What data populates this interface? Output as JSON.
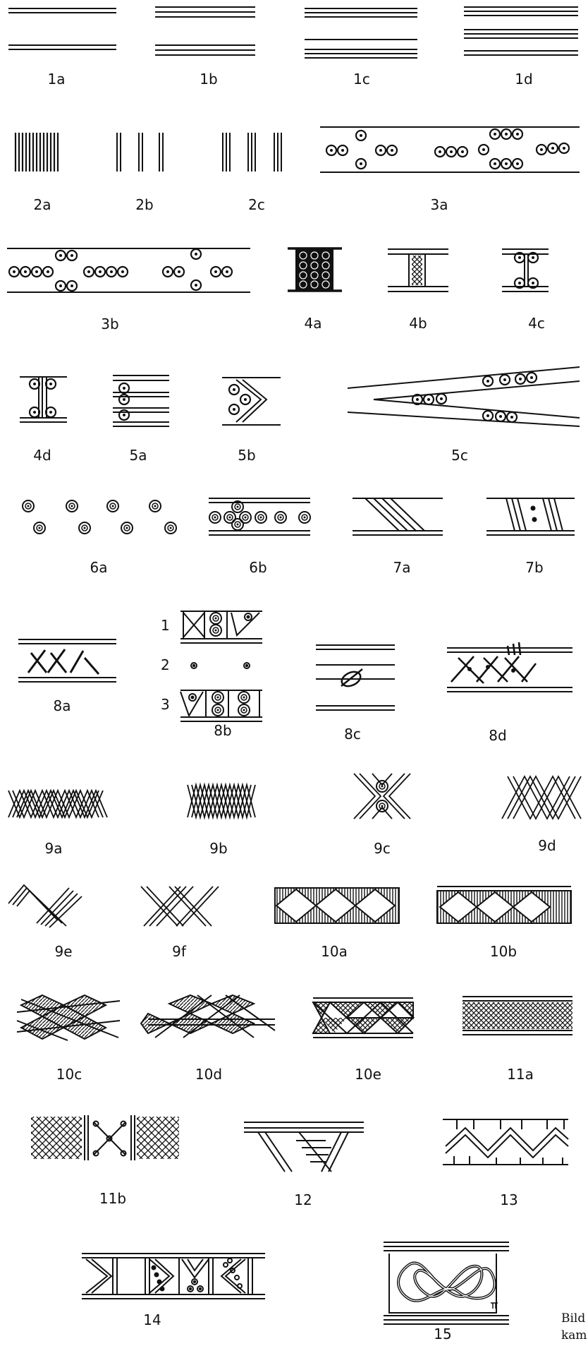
{
  "labels": {
    "l1a": "1a",
    "l1b": "1b",
    "l1c": "1c",
    "l1d": "1d",
    "l2a": "2a",
    "l2b": "2b",
    "l2c": "2c",
    "l3a": "3a",
    "l3b": "3b",
    "l4a": "4a",
    "l4b": "4b",
    "l4c": "4c",
    "l4d": "4d",
    "l5a": "5a",
    "l5b": "5b",
    "l5c": "5c",
    "l6a": "6a",
    "l6b": "6b",
    "l7a": "7a",
    "l7b": "7b",
    "l8a": "8a",
    "l8b": "8b",
    "l8c": "8c",
    "l8d": "8d",
    "l9a": "9a",
    "l9b": "9b",
    "l9c": "9c",
    "l9d": "9d",
    "l9e": "9e",
    "l9f": "9f",
    "l10a": "10a",
    "l10b": "10b",
    "l10c": "10c",
    "l10d": "10d",
    "l10e": "10e",
    "l11a": "11a",
    "l11b": "11b",
    "l12": "12",
    "l13": "13",
    "l14": "14",
    "l15": "15"
  },
  "sub8b": {
    "row1": "1",
    "row2": "2",
    "row3": "3"
  },
  "caption": {
    "line1": "Bild",
    "line2": "kam"
  }
}
